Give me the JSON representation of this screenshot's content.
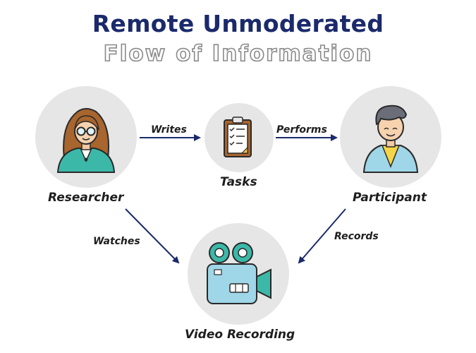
{
  "title": "Remote Unmoderated",
  "subtitle": "Flow of Information",
  "nodes": {
    "researcher": "Researcher",
    "tasks": "Tasks",
    "participant": "Participant",
    "video": "Video Recording"
  },
  "edges": {
    "writes": "Writes",
    "performs": "Performs",
    "watches": "Watches",
    "records": "Records"
  },
  "colors": {
    "title": "#1b2a6b",
    "arrow": "#1b2a6b",
    "node_bg": "#e6e6e6",
    "teal": "#3cb8a8",
    "camera_blue": "#9fd6e8"
  }
}
